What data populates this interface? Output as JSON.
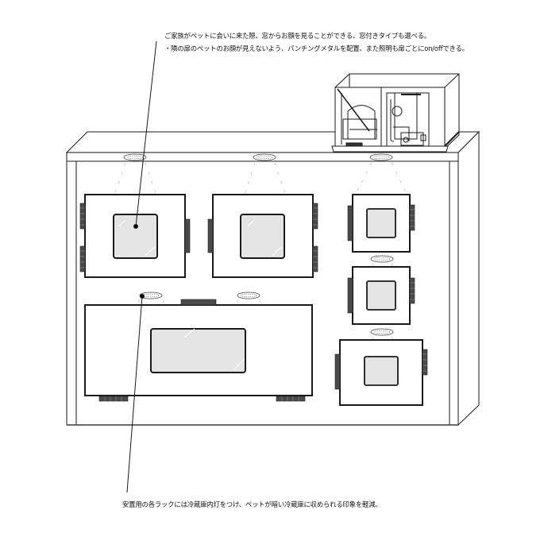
{
  "annotations": {
    "top_line1": "ご家族がペットに会いに来た際、窓からお顔を見ることができる、窓付きタイプも選べる。",
    "top_line2": "・隣の扉のペットのお顔が見えないよう、パンチングメタルを配置、また照明も扉ごとにon/offできる。",
    "bottom_line": "安置用の各ラックには冷蔵庫内灯をつけ、ペットが暗い冷蔵庫に収められる印象を軽減。"
  },
  "colors": {
    "line": "#1a1a1a",
    "window_fill": "#e4e4e4",
    "hinge_fill": "#4a4a4a",
    "light_beam": "#bdbdbd"
  },
  "diagram": {
    "subject": "refrigerated pet storage cabinet with condensing unit",
    "components": [
      "cabinet",
      "condensing-unit",
      "door-upper-left",
      "door-upper-center",
      "door-right-top",
      "door-right-middle",
      "door-right-bottom",
      "door-large-lower",
      "ceiling-lights"
    ]
  }
}
